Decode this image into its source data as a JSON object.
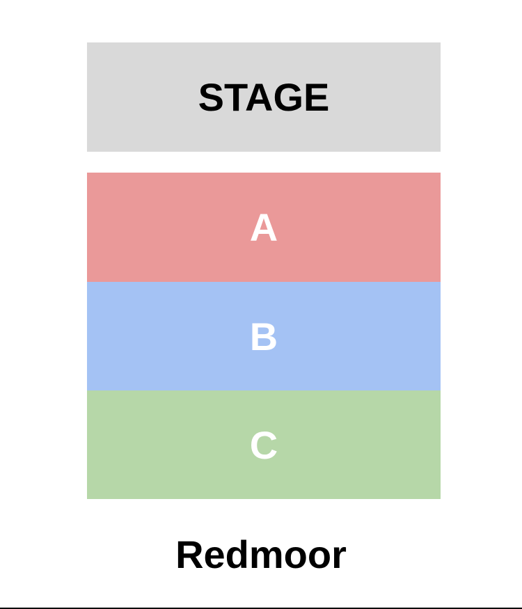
{
  "stage": {
    "label": "STAGE",
    "color": "#d9d9d9"
  },
  "sections": [
    {
      "label": "A",
      "color": "#ea9999"
    },
    {
      "label": "B",
      "color": "#a4c2f4"
    },
    {
      "label": "C",
      "color": "#b6d7a8"
    }
  ],
  "venue": {
    "name": "Redmoor"
  }
}
